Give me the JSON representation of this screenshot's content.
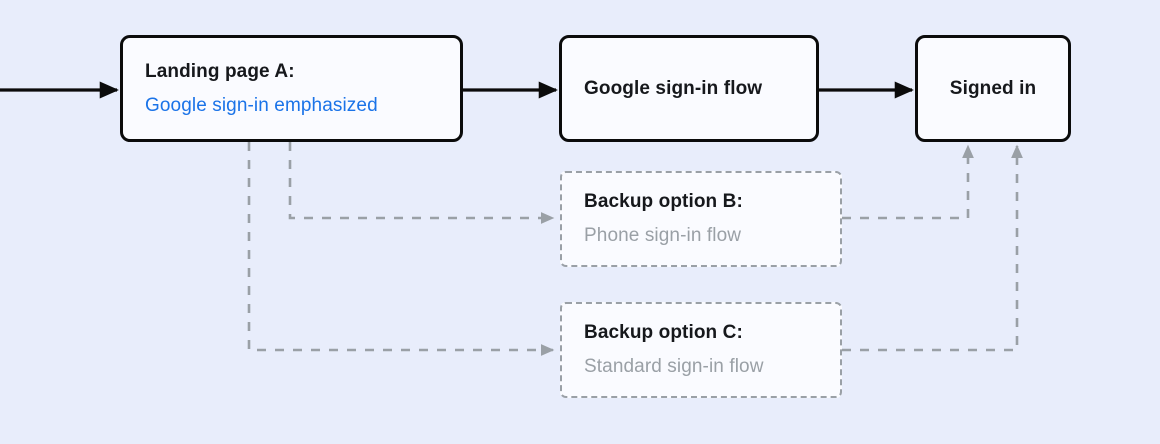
{
  "diagram": {
    "title_text": "",
    "background_color": "#e8edfb",
    "accent_color": "#1a73e8",
    "muted_color": "#9aa0a6",
    "nodes": [
      {
        "id": "landing",
        "title": "Landing page A:",
        "subtitle": "Google sign-in emphasized",
        "style": "solid",
        "subtitle_color": "#1a73e8"
      },
      {
        "id": "google",
        "title": "Google sign-in flow",
        "subtitle": "",
        "style": "solid"
      },
      {
        "id": "signed_in",
        "title": "Signed in",
        "subtitle": "",
        "style": "solid"
      },
      {
        "id": "backup_b",
        "title": "Backup option B:",
        "subtitle": "Phone sign-in flow",
        "style": "dashed",
        "subtitle_color": "#9aa0a6"
      },
      {
        "id": "backup_c",
        "title": "Backup option C:",
        "subtitle": "Standard sign-in flow",
        "style": "dashed",
        "subtitle_color": "#9aa0a6"
      }
    ],
    "edges": [
      {
        "id": "entry-to-landing",
        "from": "entry",
        "to": "landing",
        "style": "solid",
        "color": "#0b0b0b"
      },
      {
        "id": "landing-to-google",
        "from": "landing",
        "to": "google",
        "style": "solid",
        "color": "#0b0b0b"
      },
      {
        "id": "google-to-signedin",
        "from": "google",
        "to": "signed_in",
        "style": "solid",
        "color": "#0b0b0b"
      },
      {
        "id": "landing-to-backup-b",
        "from": "landing",
        "to": "backup_b",
        "style": "dashed",
        "color": "#9aa0a6"
      },
      {
        "id": "landing-to-backup-c",
        "from": "landing",
        "to": "backup_c",
        "style": "dashed",
        "color": "#9aa0a6"
      },
      {
        "id": "backup-b-to-signedin",
        "from": "backup_b",
        "to": "signed_in",
        "style": "dashed",
        "color": "#9aa0a6"
      },
      {
        "id": "backup-c-to-signedin",
        "from": "backup_c",
        "to": "signed_in",
        "style": "dashed",
        "color": "#9aa0a6"
      }
    ]
  }
}
